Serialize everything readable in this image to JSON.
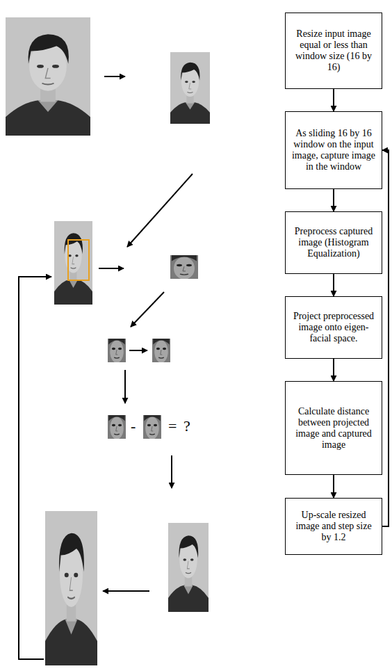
{
  "diagram": {
    "nodes": [
      {
        "text": [
          "Resize input image equal or less than window size (16 by 16)"
        ]
      },
      {
        "text": [
          "As sliding 16 by 16 window on the input image, capture image in the window"
        ]
      },
      {
        "text": [
          "Preprocess captured image (Histogram Equalization)"
        ]
      },
      {
        "text": [
          "Project preprocessed image onto eigen-facial space."
        ]
      },
      {
        "text": [
          "Calculate distance between projected image and captured image"
        ]
      },
      {
        "text": [
          "Up-scale resized image and step size by 1.2"
        ]
      }
    ],
    "edges": [
      {
        "from": 0,
        "to": 1,
        "arrow": "to"
      },
      {
        "from": 1,
        "to": 2,
        "arrow": "to"
      },
      {
        "from": 2,
        "to": 3,
        "arrow": "to"
      },
      {
        "from": 3,
        "to": 4,
        "arrow": "to"
      },
      {
        "from": 4,
        "to": 5,
        "arrow": "to"
      },
      {
        "from": 5,
        "to": 1,
        "arrow": "to"
      }
    ],
    "labels": [
      "-",
      "=",
      "?"
    ]
  }
}
